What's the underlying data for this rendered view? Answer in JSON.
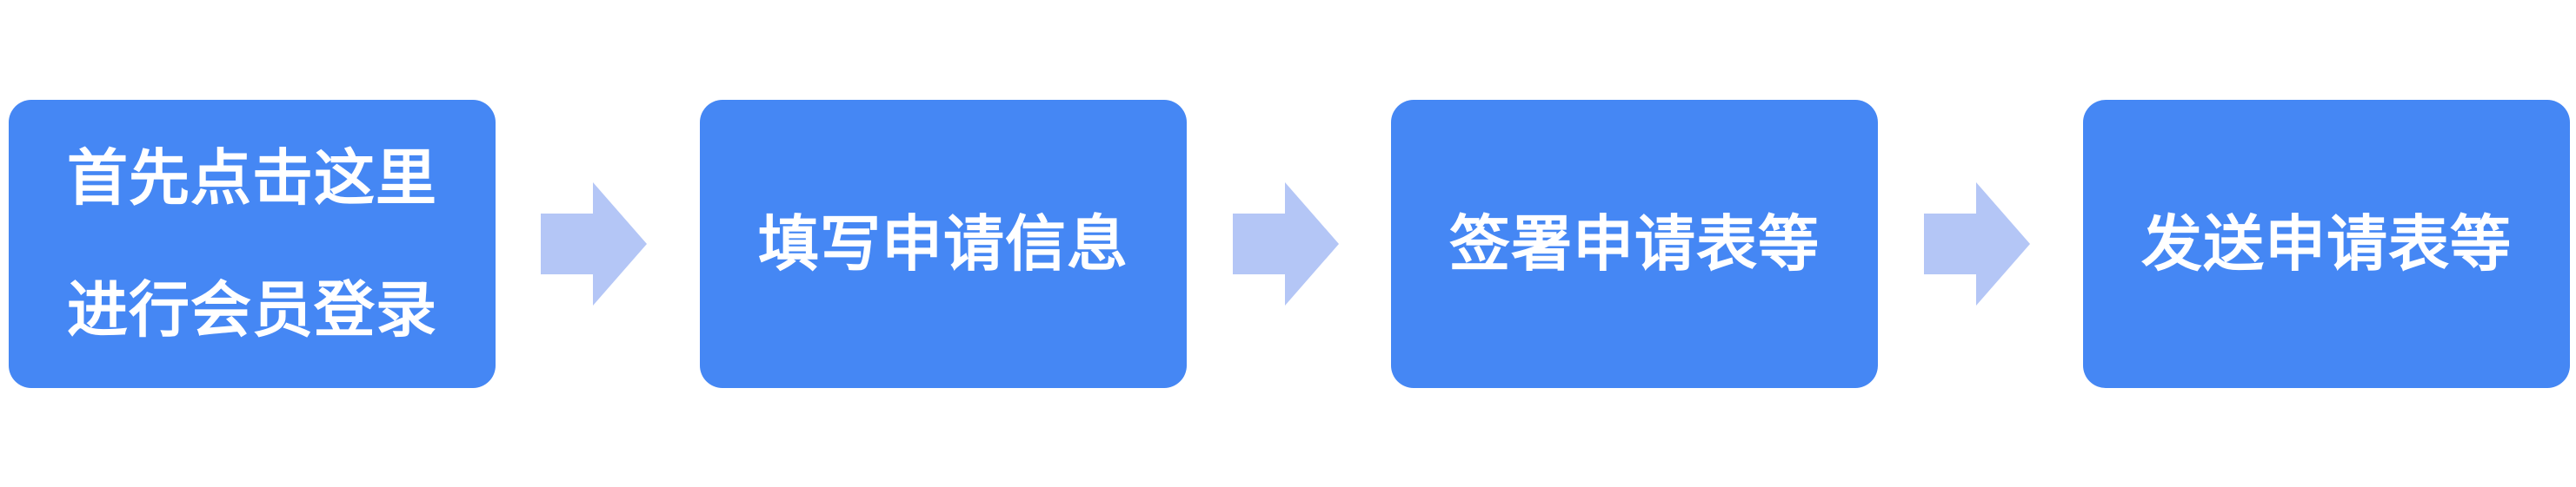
{
  "steps": [
    {
      "lines": [
        "首先点击这里",
        "进行会员登录"
      ]
    },
    {
      "lines": [
        "填写申请信息"
      ]
    },
    {
      "lines": [
        "签署申请表等"
      ]
    },
    {
      "lines": [
        "发送申请表等"
      ]
    }
  ],
  "colors": {
    "box": "#4587f4",
    "arrow": "#b4c6f6",
    "text": "#ffffff"
  }
}
